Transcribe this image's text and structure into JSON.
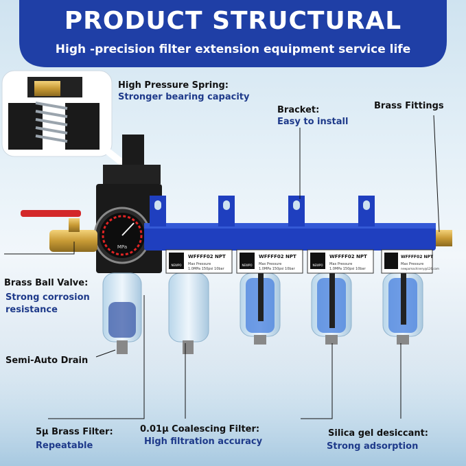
{
  "header": {
    "title": "PRODUCT STRUCTURAL",
    "subtitle": "High -precision filter extension equipment service life"
  },
  "colors": {
    "banner": "#1f3fa6",
    "accent": "#1e3a8a",
    "manifold": "#1f3fbf"
  },
  "callouts": {
    "spring": {
      "heading": "High Pressure Spring:",
      "desc": "Stronger bearing capacity"
    },
    "bracket": {
      "heading": "Bracket:",
      "desc": "Easy to install"
    },
    "brass_fittings": {
      "heading": "Brass Fittings"
    },
    "ball_valve": {
      "heading": "Brass Ball Valve:",
      "desc_line1": "Strong corrosion",
      "desc_line2": "resistance"
    },
    "drain": {
      "heading": "Semi-Auto Drain"
    },
    "brass_filter": {
      "heading": "5μ Brass Filter:",
      "desc": "Repeatable"
    },
    "coalescing": {
      "heading": "0.01μ Coalescing Filter:",
      "desc": "High filtration accuracy"
    },
    "silica": {
      "heading": "Silica gel desiccant:",
      "desc": "Strong adsorption"
    }
  },
  "product": {
    "label_model": "WFFFF02 NPT",
    "label_lines": [
      "Max Pressure",
      "1.0MPa 150psi 10bar",
      "newpomachinery@126.com"
    ],
    "brand_small": "NEWPO",
    "gauge_text": "MPa"
  }
}
